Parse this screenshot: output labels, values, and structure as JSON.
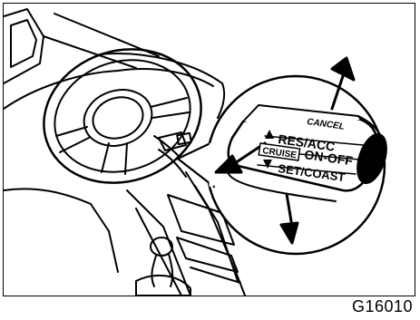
{
  "figure": {
    "id_label": "G16010",
    "illustration": "cruise-control-lever",
    "lever_labels": {
      "cancel": "CANCEL",
      "res_acc": "RES/ACC",
      "cruise": "CRUISE",
      "on_off": "ON-OFF",
      "set_coast": "SET/COAST"
    },
    "colors": {
      "ink": "#000000",
      "paper": "#ffffff"
    }
  }
}
